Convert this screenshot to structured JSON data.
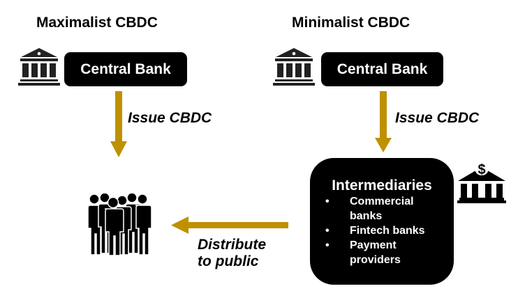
{
  "colors": {
    "arrow": "#BF9000",
    "box": "#000000",
    "text": "#000000",
    "box_text": "#FFFFFF"
  },
  "maximalist": {
    "heading": "Maximalist CBDC",
    "central_bank": "Central Bank",
    "issue_label": "Issue CBDC",
    "central_bank_icon": "bank-building-icon",
    "public_icon": "people-group-icon"
  },
  "minimalist": {
    "heading": "Minimalist CBDC",
    "central_bank": "Central Bank",
    "issue_label": "Issue CBDC",
    "central_bank_icon": "bank-building-icon",
    "intermediaries": {
      "title": "Intermediaries",
      "items": [
        {
          "line1": "Commercial",
          "line2": "banks"
        },
        {
          "line1": "Fintech banks",
          "line2": ""
        },
        {
          "line1": "Payment",
          "line2": "providers"
        }
      ],
      "bullet": "•",
      "icon": "bank-dollar-icon"
    },
    "distribute_label_line1": "Distribute",
    "distribute_label_line2": "to public"
  }
}
